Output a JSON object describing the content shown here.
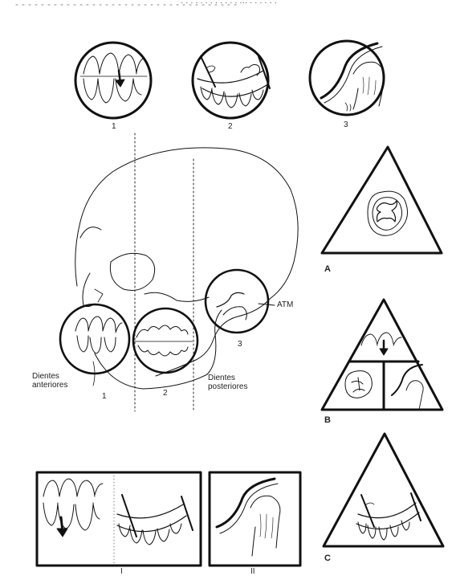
{
  "header_fragment": "· · · · · · · · · · · · ··· · · · · · ·  ",
  "top_circles": {
    "labels": [
      "1",
      "2",
      "3"
    ]
  },
  "skull": {
    "zone_numbers": [
      "1",
      "2",
      "3"
    ],
    "atm_label": "ATM",
    "anterior_label_line1": "Dientes",
    "anterior_label_line2": "anteriores",
    "posterior_label_line1": "Dientes",
    "posterior_label_line2": "posteriores"
  },
  "triangles": {
    "labels": [
      "A",
      "B",
      "C"
    ]
  },
  "bottom_boxes": {
    "labels": [
      "I",
      "II"
    ]
  }
}
